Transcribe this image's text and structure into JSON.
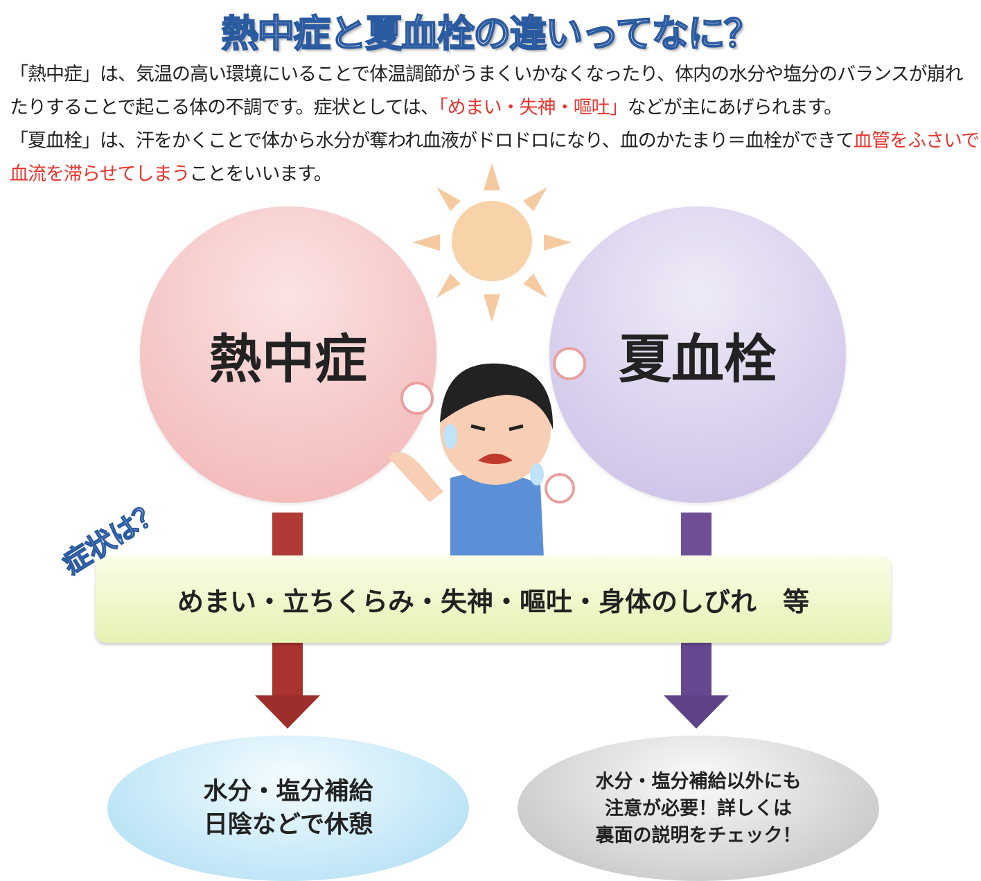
{
  "title": "熱中症と夏血栓の違いってなに？",
  "intro": {
    "p1a": "「熱中症」は、気温の高い環境にいることで体温調節がうまくいかなくなったり、体内の水分や塩分のバランスが崩れたりすることで起こる体の不調です。症状としては、",
    "p1red": "「めまい・失神・嘔吐」",
    "p1b": "などが主にあげられます。",
    "p2a": "「夏血栓」は、汗をかくことで体から水分が奪われ血液がドロドロになり、血のかたまり＝血栓ができて",
    "p2red": "血管をふさいで血流を滞らせてしまう",
    "p2b": "ことをいいます。"
  },
  "circles": {
    "heatstroke": "熱中症",
    "summer_thrombus": "夏血栓"
  },
  "symptoms_label": "症状は？",
  "symptoms": "めまい・立ちくらみ・失神・嘔吐・身体のしびれ　等",
  "outcomes": {
    "heatstroke": [
      "水分・塩分補給",
      "日陰などで休憩"
    ],
    "summer_thrombus": [
      "水分・塩分補給以外にも",
      "注意が必要！詳しくは",
      "裏面の説明をチェック！"
    ]
  },
  "colors": {
    "red_arrow": "#b13a36",
    "purple_arrow": "#6f4e96",
    "accent_red": "#e8352f",
    "title_blue": "#2a5aa0"
  }
}
